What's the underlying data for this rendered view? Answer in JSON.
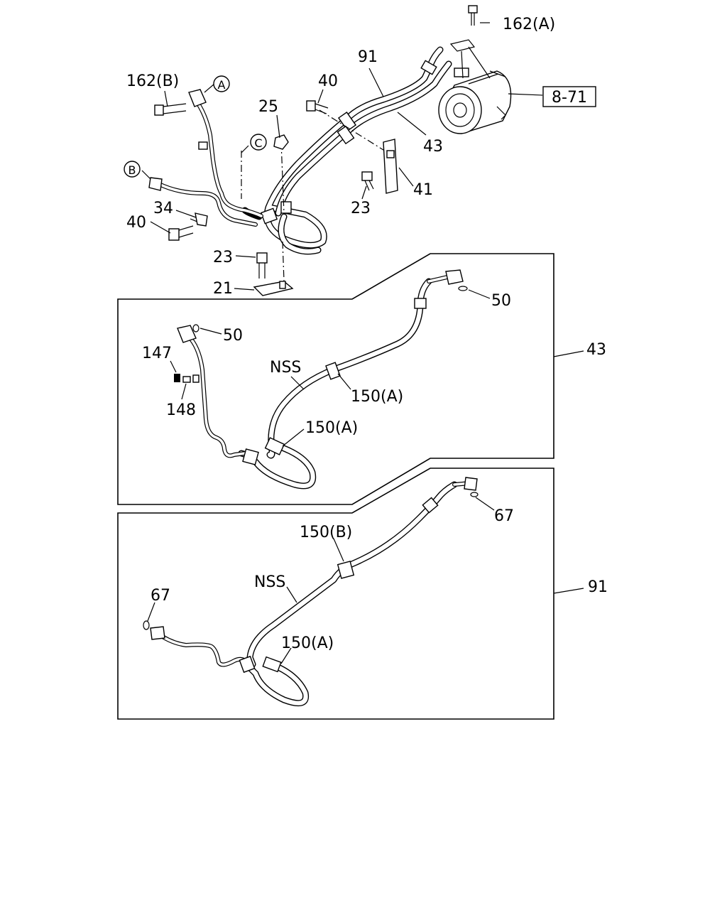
{
  "labels": {
    "top_162a": "162(A)",
    "top_162b": "162(B)",
    "callout_a": "A",
    "callout_b": "B",
    "callout_c": "C",
    "top_40_upper": "40",
    "top_40_lower": "40",
    "top_25": "25",
    "top_91": "91",
    "top_43": "43",
    "top_41": "41",
    "top_23_upper": "23",
    "top_23_lower": "23",
    "top_21": "21",
    "top_34": "34",
    "ref_box": "8-71",
    "p43_50_left": "50",
    "p43_50_right": "50",
    "p43_147": "147",
    "p43_148": "148",
    "p43_nss": "NSS",
    "p43_150a_upper": "150(A)",
    "p43_150a_lower": "150(A)",
    "p43_tag": "43",
    "p91_67_left": "67",
    "p91_67_right": "67",
    "p91_nss": "NSS",
    "p91_150b": "150(B)",
    "p91_150a": "150(A)",
    "p91_tag": "91"
  }
}
